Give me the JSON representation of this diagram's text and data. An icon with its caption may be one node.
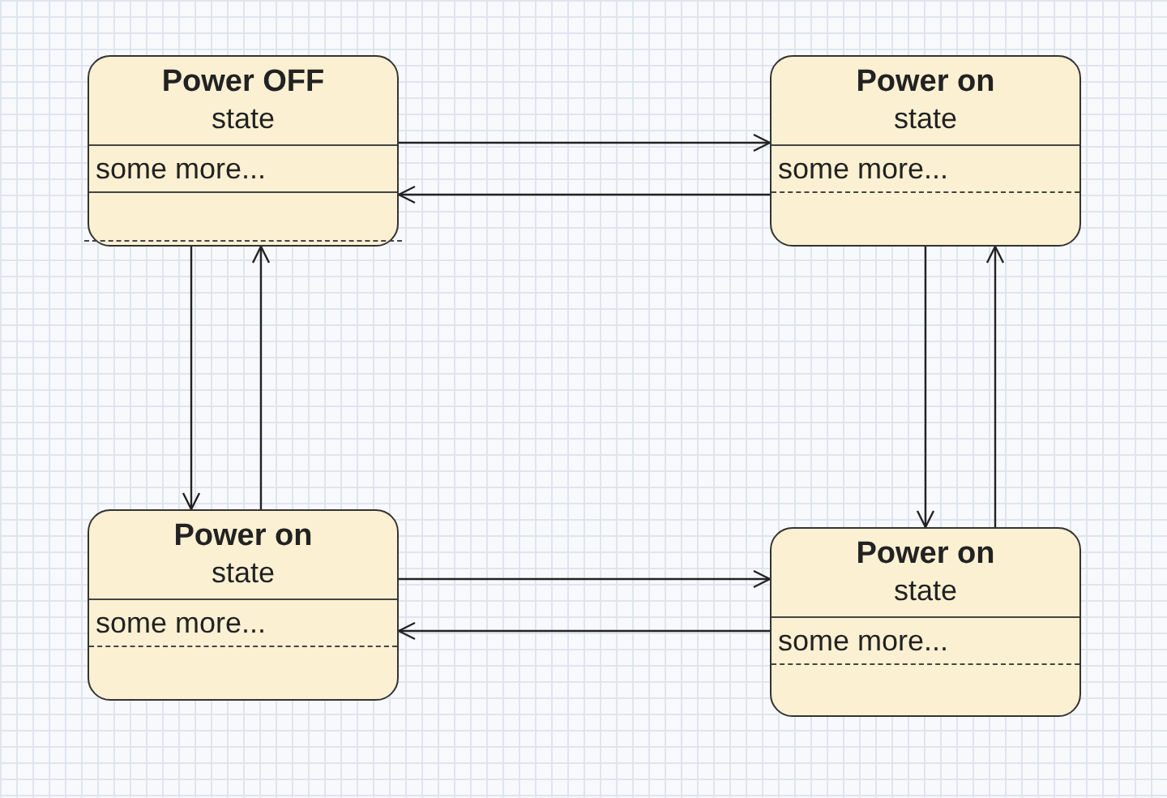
{
  "diagram": {
    "nodes": [
      {
        "text": [
          "Power OFF",
          "state",
          "some more..."
        ]
      },
      {
        "text": [
          "Power on",
          "state",
          "some more..."
        ]
      },
      {
        "text": [
          "Power on",
          "state",
          "some more..."
        ]
      },
      {
        "text": [
          "Power on",
          "state",
          "some more..."
        ]
      }
    ],
    "edges": [
      {
        "from": 0,
        "to": 1,
        "arrow": "to"
      },
      {
        "from": 1,
        "to": 0,
        "arrow": "to"
      },
      {
        "from": 0,
        "to": 2,
        "arrow": "to"
      },
      {
        "from": 2,
        "to": 0,
        "arrow": "to"
      },
      {
        "from": 1,
        "to": 3,
        "arrow": "to"
      },
      {
        "from": 3,
        "to": 1,
        "arrow": "to"
      },
      {
        "from": 2,
        "to": 3,
        "arrow": "to"
      },
      {
        "from": 3,
        "to": 2,
        "arrow": "to"
      }
    ]
  }
}
